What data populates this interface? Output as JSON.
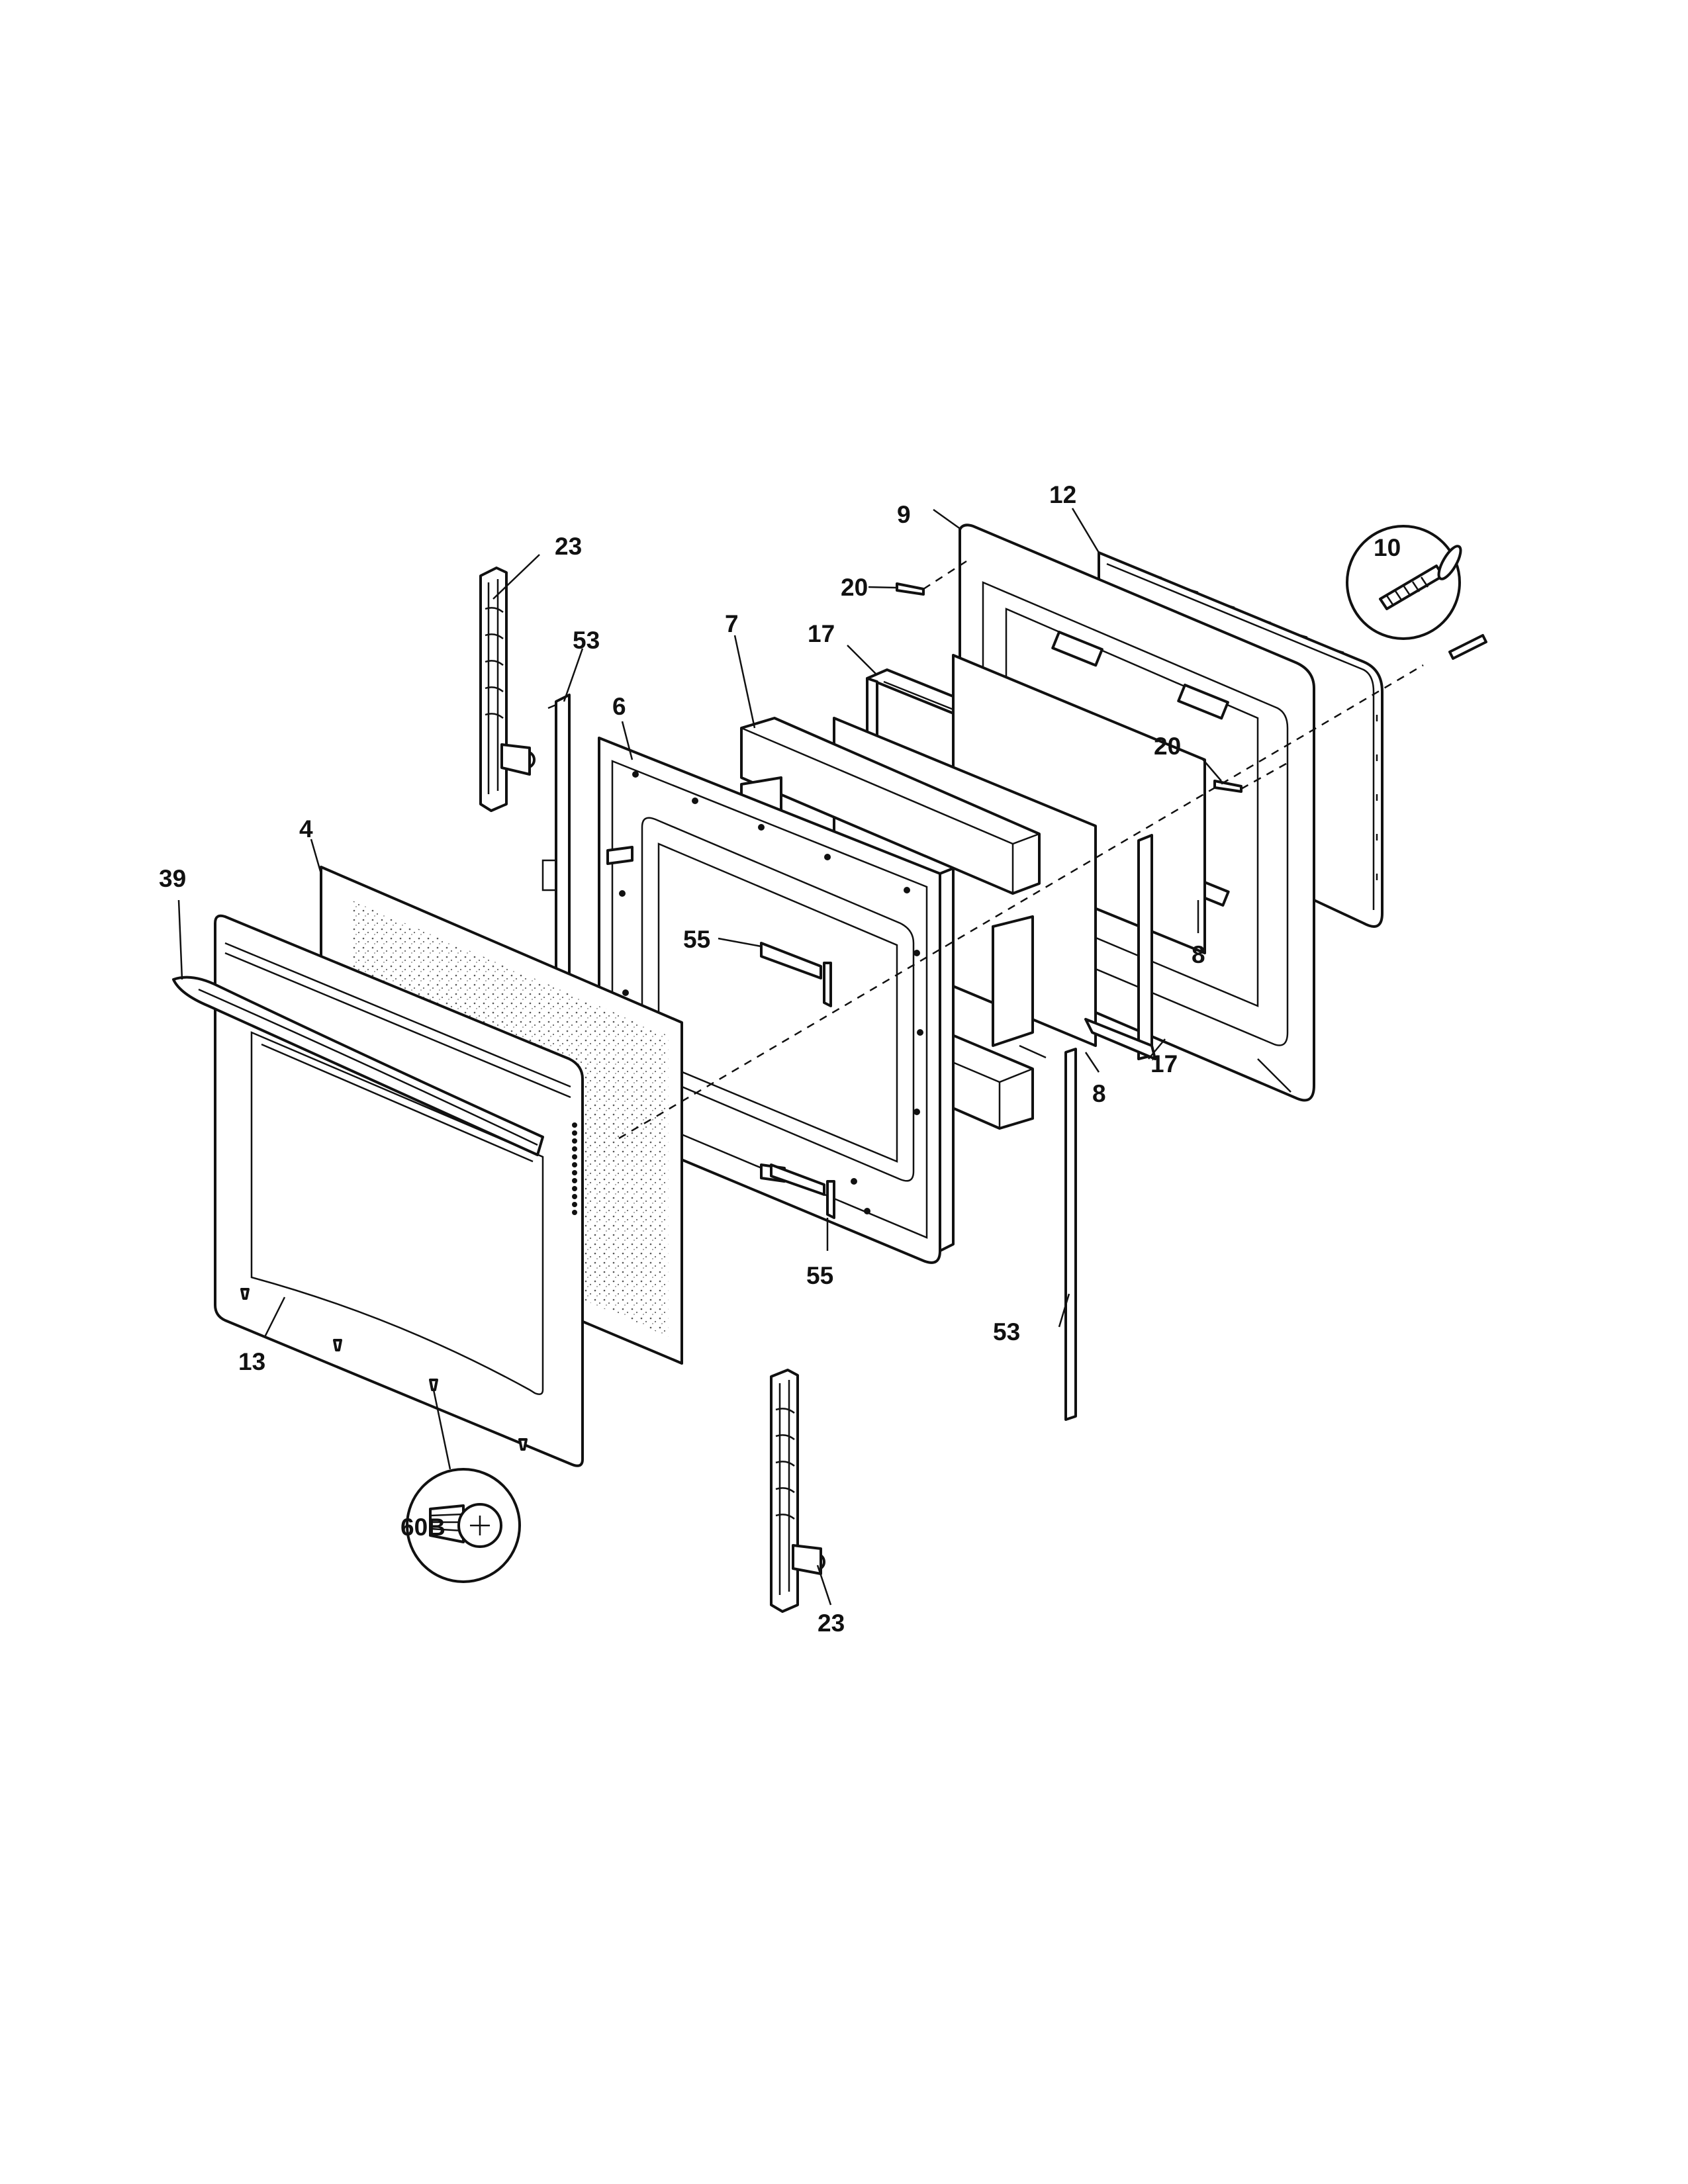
{
  "callouts": {
    "p4": "4",
    "p6": "6",
    "p7": "7",
    "p8a": "8",
    "p8b": "8",
    "p9": "9",
    "p10": "10",
    "p12": "12",
    "p13": "13",
    "p17a": "17",
    "p17b": "17",
    "p20a": "20",
    "p20b": "20",
    "p23a": "23",
    "p23b": "23",
    "p39": "39",
    "p53a": "53",
    "p53b": "53",
    "p55a": "55",
    "p55b": "55",
    "p60B": "60B"
  }
}
